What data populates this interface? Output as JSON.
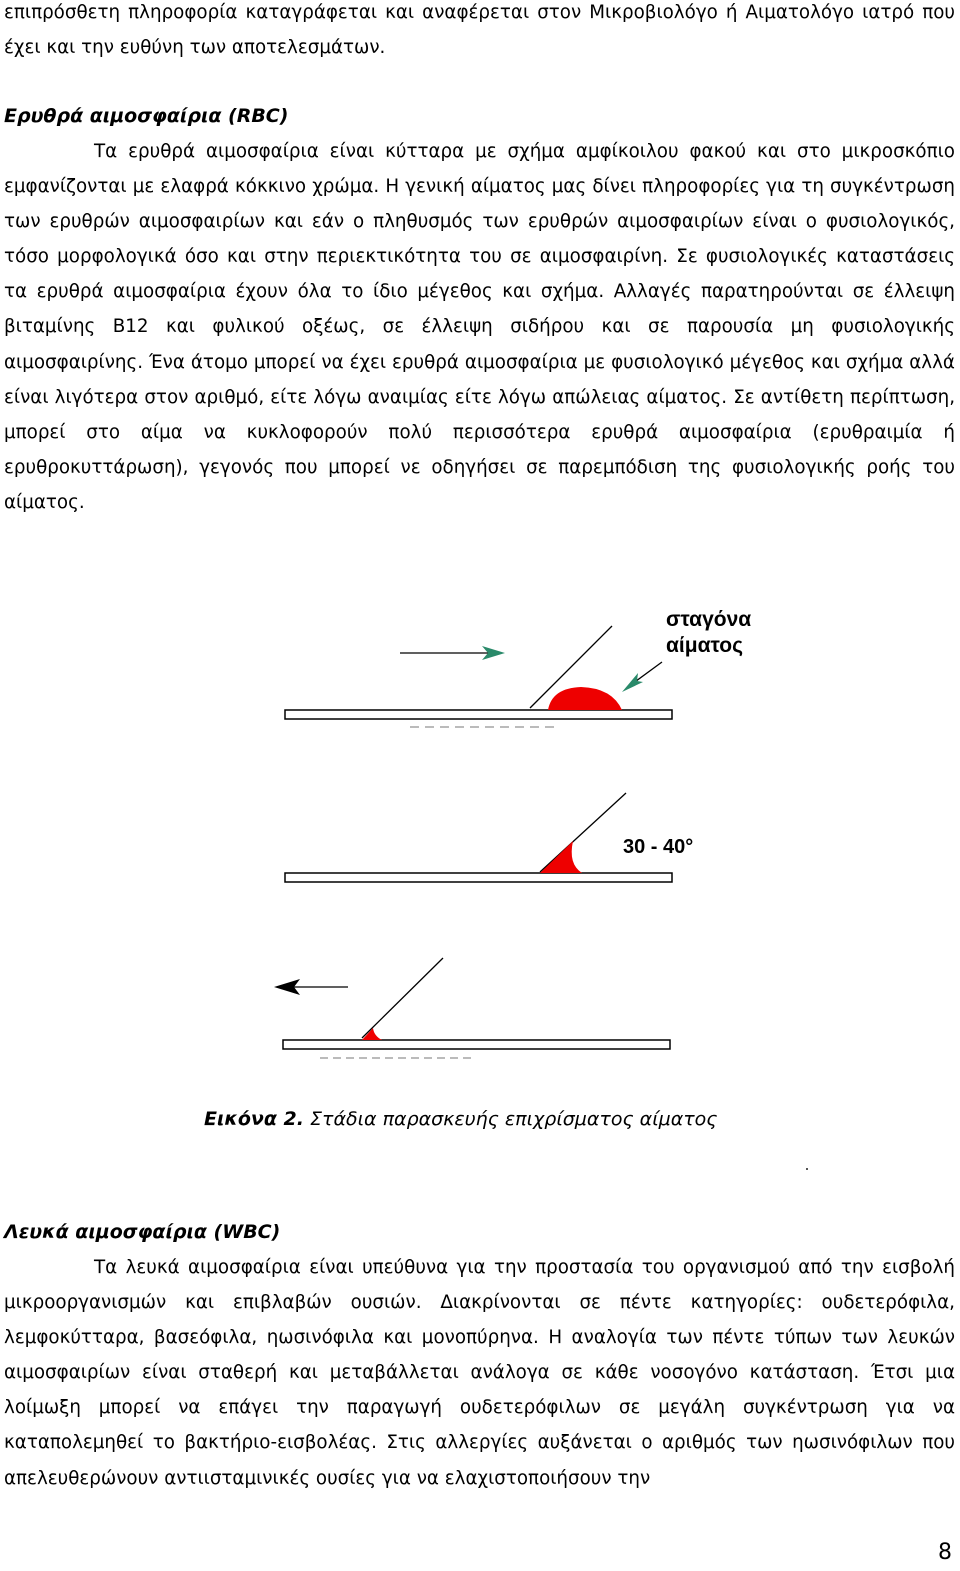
{
  "intro_text": "επιπρόσθετη πληροφορία καταγράφεται και αναφέρεται στον Μικροβιολόγο ή Αιματολόγο ιατρό που έχει και την ευθύνη των αποτελεσμάτων.",
  "rbc": {
    "heading": "Ερυθρά αιμοσφαίρια (RBC)",
    "paragraph": "Τα ερυθρά αιμοσφαίρια είναι κύτταρα με σχήμα αμφίκοιλου φακού και στο μικροσκόπιο εμφανίζονται με ελαφρά κόκκινο χρώμα. Η γενική αίματος μας δίνει πληροφορίες για τη συγκέντρωση των ερυθρών αιμοσφαιρίων και εάν ο πληθυσμός των ερυθρών αιμοσφαιρίων είναι ο φυσιολογικός, τόσο μορφολογικά όσο και στην περιεκτικότητα του σε αιμοσφαιρίνη. Σε φυσιολογικές καταστάσεις τα ερυθρά αιμοσφαίρια έχουν όλα το ίδιο μέγεθος και σχήμα. Αλλαγές παρατηρούνται σε έλλειψη βιταμίνης Β12 και φυλικού οξέως, σε έλλειψη σιδήρου και σε παρουσία μη φυσιολογικής αιμοσφαιρίνης. Ένα άτομο μπορεί να έχει ερυθρά αιμοσφαίρια με φυσιολογικό μέγεθος και σχήμα αλλά είναι λιγότερα στον αριθμό, είτε λόγω αναιμίας είτε λόγω απώλειας αίματος. Σε αντίθετη περίπτωση, μπορεί στο αίμα να κυκλοφορούν πολύ περισσότερα ερυθρά αιμοσφαίρια (ερυθραιμία ή ερυθροκυττάρωση), γεγονός που μπορεί νε οδηγήσει σε παρεμπόδιση της φυσιολογικής ροής του αίματος."
  },
  "figure": {
    "label_drop_line1": "σταγόνα",
    "label_drop_line2": "αίματος",
    "label_angle": "30 - 40°",
    "caption_number": "Εικόνα 2.",
    "caption_text": " Στάδια παρασκευής επιχρίσματος αίματος",
    "drop_color": "#ee0000",
    "arrow_color": "#2a8a6a"
  },
  "wbc": {
    "heading": "Λευκά αιμοσφαίρια (WBC)",
    "paragraph": "Τα λευκά αιμοσφαίρια είναι υπεύθυνα για την προστασία του οργανισμού από την εισβολή μικροοργανισμών και επιβλαβών ουσιών. Διακρίνονται σε πέντε κατηγορίες: ουδετερόφιλα, λεμφοκύτταρα, βασεόφιλα, ηωσινόφιλα και μονοπύρηνα. Η αναλογία των πέντε τύπων των λευκών αιμοσφαιρίων είναι σταθερή και μεταβάλλεται ανάλογα σε κάθε νοσογόνο κατάσταση. Έτσι μια λοίμωξη μπορεί να επάγει την παραγωγή ουδετερόφιλων σε μεγάλη συγκέντρωση για να καταπολεμηθεί το βακτήριο-εισβολέας. Στις αλλεργίες αυξάνεται ο αριθμός των ηωσινόφιλων που απελευθερώνουν αντιισταμινικές ουσίες για να ελαχιστοποιήσουν την"
  },
  "page_number": "8"
}
